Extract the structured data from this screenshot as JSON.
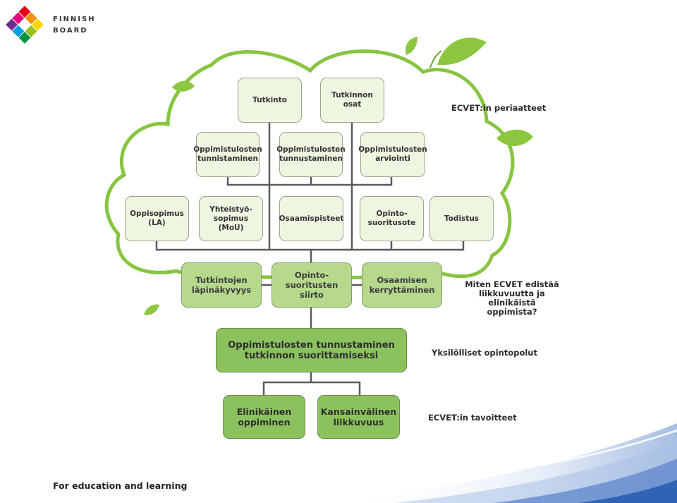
{
  "brand": {
    "line1": "FINNISH",
    "line2": "BOARD",
    "colors": [
      "#e2001a",
      "#f39200",
      "#009fe3",
      "#e6007e",
      "#95c11f",
      "#6f2c91"
    ]
  },
  "diagram": {
    "top_boxes": [
      "Tutkinto",
      "Tutkinnon\nosat"
    ],
    "assessment_boxes": [
      "Oppimistulosten\ntunnistaminen",
      "Oppimistulosten\ntunnustaminen",
      "Oppimistulosten\narviointi"
    ],
    "document_boxes": [
      "Oppisopimus\n(LA)",
      "Yhteistyö-\nsopimus\n(MoU)",
      "Osaamispisteet",
      "Opinto-\nsuoritusote",
      "Todistus"
    ],
    "benefit_boxes": [
      "Tutkintojen\nläpinäkyvyys",
      "Opinto-\nsuoritusten\nsiirto",
      "Osaamisen\nkerryttäminen"
    ],
    "recognition_box": "Oppimistulosten tunnustaminen\ntutkinnon suorittamiseksi",
    "goal_boxes": [
      "Elinikäinen\noppiminen",
      "Kansainvälinen\nliikkuvuus"
    ]
  },
  "labels": {
    "principles": "ECVET:in periaatteet",
    "question": "Miten ECVET edistää\nliikkuvuutta ja elinikäistä\noppimista?",
    "paths": "Yksilölliset opintopolut",
    "goals": "ECVET:in tavoitteet"
  },
  "footer": {
    "text": "For education and learning"
  },
  "colors": {
    "tree_outline": "#88c440",
    "leaf": "#8dc63f",
    "connector": "#5a5a5a",
    "box_light": "#eef5e0",
    "box_mid": "#b6d98c",
    "box_dark": "#8cc25e",
    "wave_blue": "#2f63b4"
  }
}
